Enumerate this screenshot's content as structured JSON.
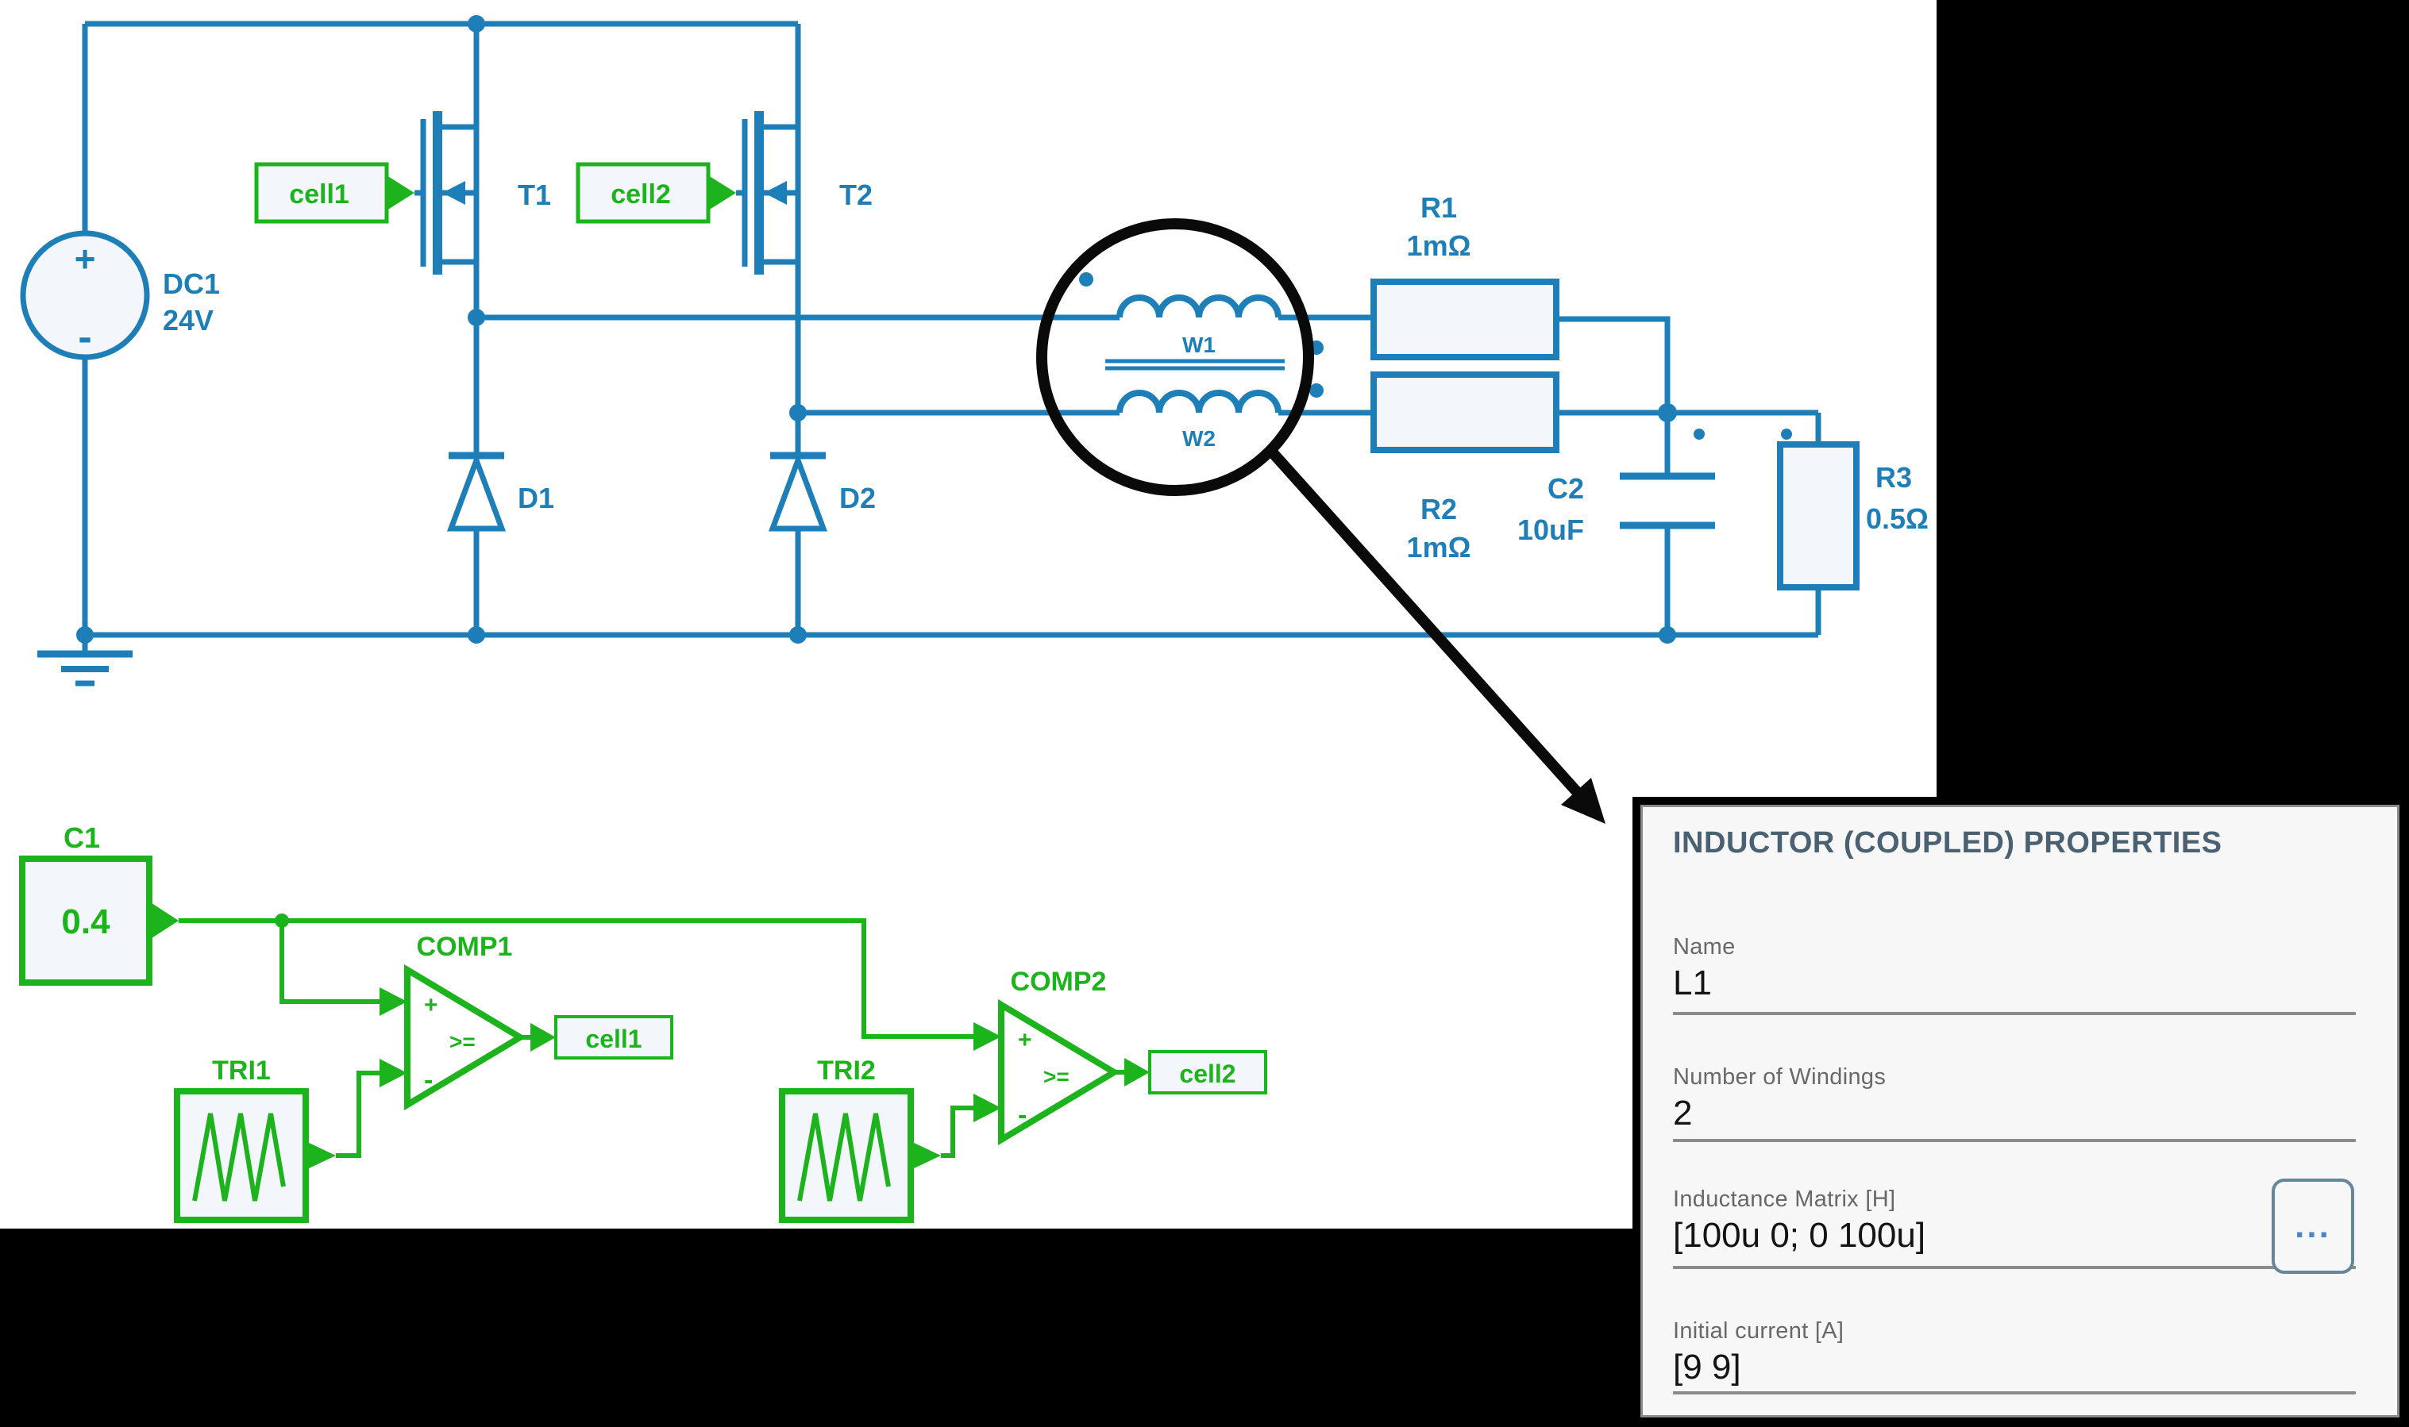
{
  "colors": {
    "wire_blue": "#1e7fb8",
    "wire_green": "#1db31d",
    "component_fill": "#f3f6fa",
    "annotation_black": "#0a0a0a",
    "panel_bg": "#f7f7f7",
    "panel_title": "#4a6172",
    "accent_button": "#4a86c8"
  },
  "schematic": {
    "power": {
      "dc_source": {
        "name": "DC1",
        "value": "24V",
        "plus": "+",
        "minus": "-"
      },
      "t1": {
        "name": "T1",
        "gate_tag": "cell1"
      },
      "t2": {
        "name": "T2",
        "gate_tag": "cell2"
      },
      "d1": {
        "name": "D1"
      },
      "d2": {
        "name": "D2"
      },
      "transformer": {
        "w1": "W1",
        "w2": "W2"
      },
      "r1": {
        "name": "R1",
        "value": "1mΩ"
      },
      "r2": {
        "name": "R2",
        "value": "1mΩ"
      },
      "c2": {
        "name": "C2",
        "value": "10uF"
      },
      "r3": {
        "name": "R3",
        "value": "0.5Ω"
      }
    },
    "control": {
      "c1": {
        "name": "C1",
        "value": "0.4"
      },
      "comp1": {
        "name": "COMP1",
        "op": ">=",
        "plus": "+",
        "minus": "-",
        "out_tag": "cell1"
      },
      "comp2": {
        "name": "COMP2",
        "op": ">=",
        "plus": "+",
        "minus": "-",
        "out_tag": "cell2"
      },
      "tri1": {
        "name": "TRI1"
      },
      "tri2": {
        "name": "TRI2"
      }
    }
  },
  "panel": {
    "title": "INDUCTOR (COUPLED) PROPERTIES",
    "fields": [
      {
        "label": "Name",
        "value": "L1"
      },
      {
        "label": "Number of Windings",
        "value": "2"
      },
      {
        "label": "Inductance Matrix [H]",
        "value": "[100u 0; 0 100u]"
      },
      {
        "label": "Initial current [A]",
        "value": "[9 9]"
      }
    ],
    "matrix_button": "..."
  }
}
